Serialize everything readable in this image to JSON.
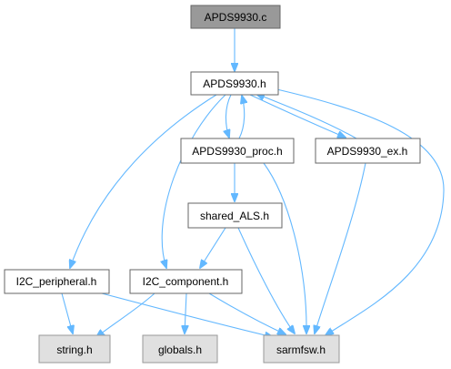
{
  "colors": {
    "edge": "#63b8ff",
    "root_fill": "#999999",
    "root_border": "#666666",
    "node_fill": "#ffffff",
    "node_border": "#666666",
    "external_fill": "#e0e0e0",
    "external_border": "#999999"
  },
  "nodes": {
    "apds9930_c": "APDS9930.c",
    "apds9930_h": "APDS9930.h",
    "apds9930_proc_h": "APDS9930_proc.h",
    "apds9930_ex_h": "APDS9930_ex.h",
    "shared_als_h": "shared_ALS.h",
    "i2c_peripheral_h": "I2C_peripheral.h",
    "i2c_component_h": "I2C_component.h",
    "string_h": "string.h",
    "globals_h": "globals.h",
    "sarmfsw_h": "sarmfsw.h"
  },
  "edges": [
    [
      "apds9930_c",
      "apds9930_h"
    ],
    [
      "apds9930_h",
      "apds9930_proc_h"
    ],
    [
      "apds9930_proc_h",
      "apds9930_h"
    ],
    [
      "apds9930_h",
      "apds9930_ex_h"
    ],
    [
      "apds9930_ex_h",
      "apds9930_h"
    ],
    [
      "apds9930_h",
      "i2c_peripheral_h"
    ],
    [
      "apds9930_h",
      "i2c_component_h"
    ],
    [
      "apds9930_h",
      "sarmfsw_h"
    ],
    [
      "apds9930_proc_h",
      "shared_als_h"
    ],
    [
      "apds9930_proc_h",
      "sarmfsw_h"
    ],
    [
      "apds9930_ex_h",
      "sarmfsw_h"
    ],
    [
      "shared_als_h",
      "i2c_component_h"
    ],
    [
      "shared_als_h",
      "sarmfsw_h"
    ],
    [
      "i2c_peripheral_h",
      "string_h"
    ],
    [
      "i2c_peripheral_h",
      "sarmfsw_h"
    ],
    [
      "i2c_component_h",
      "string_h"
    ],
    [
      "i2c_component_h",
      "globals_h"
    ],
    [
      "i2c_component_h",
      "sarmfsw_h"
    ]
  ]
}
